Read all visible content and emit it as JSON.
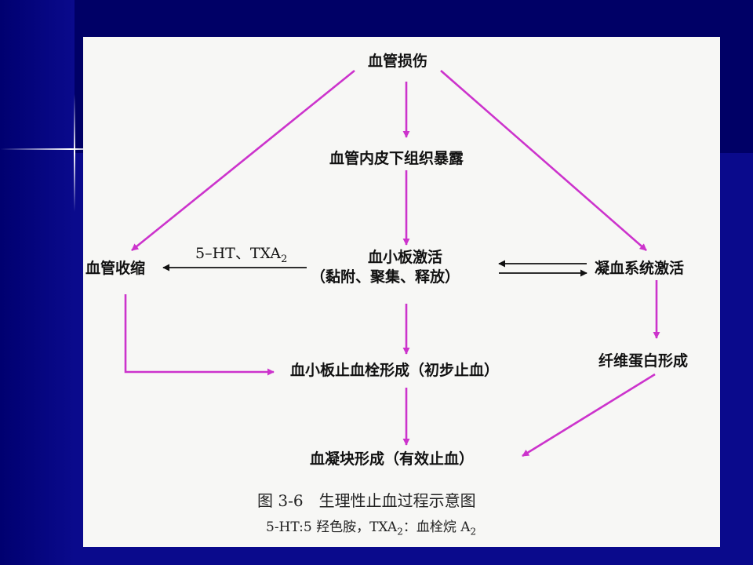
{
  "diagram": {
    "nodes": {
      "vessel_injury": "血管损伤",
      "subendothelium_exposed": "血管内皮下组织暴露",
      "vasoconstriction": "血管收缩",
      "mediators": "5–HT、TXA",
      "mediators_sub": "2",
      "platelet_activation": "血小板激活",
      "platelet_activation_detail": "（黏附、聚集、释放）",
      "coagulation_activation": "凝血系统激活",
      "platelet_plug": "血小板止血栓形成（初步止血）",
      "fibrin_formation": "纤维蛋白形成",
      "clot_formation": "血凝块形成（有效止血）"
    },
    "caption": {
      "title": "图 3-6　生理性止血过程示意图",
      "note": "5-HT:5 羟色胺，TXA",
      "note_sub1": "2",
      "note_mid": "：血栓烷 A",
      "note_sub2": "2"
    },
    "colors": {
      "arrow_primary": "#cc33cc",
      "arrow_secondary": "#111111",
      "panel": "#f7f7f5",
      "background": "#0a0a8c"
    }
  }
}
